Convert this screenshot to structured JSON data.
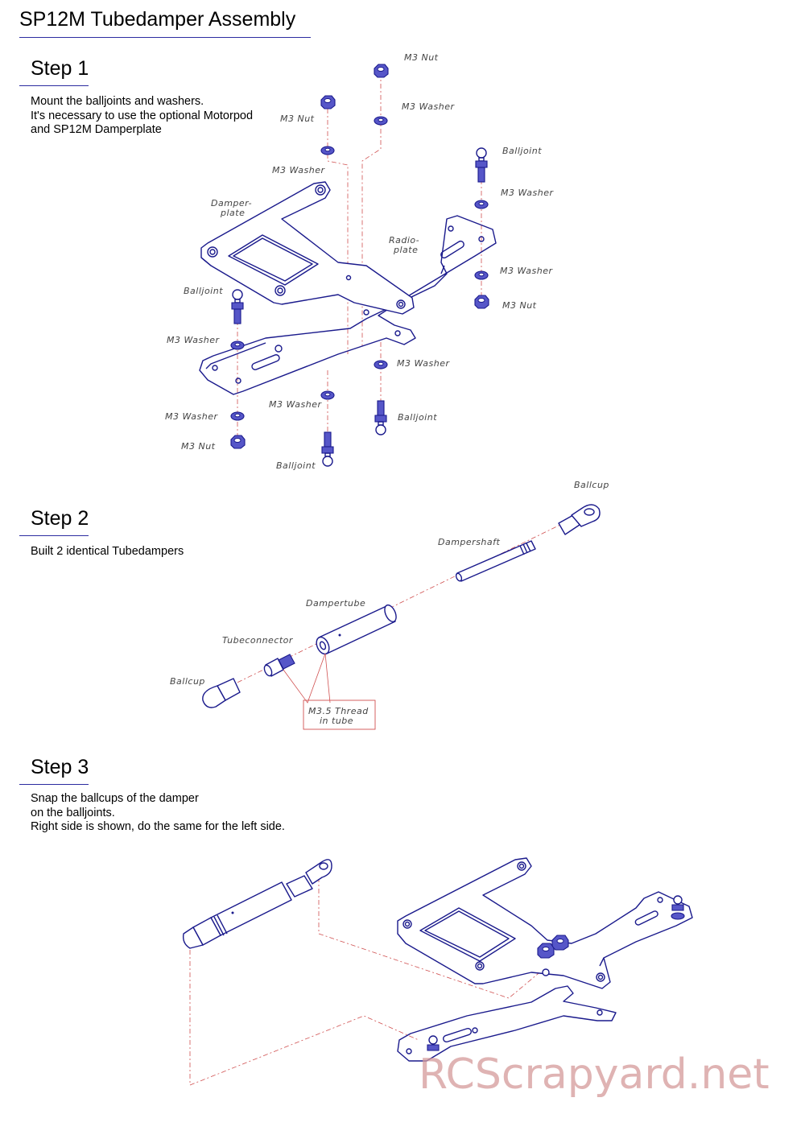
{
  "title": "SP12M Tubedamper Assembly",
  "step1": {
    "heading": "Step 1",
    "lines": [
      "Mount the balljoints and washers.",
      "It's necessary to use the optional Motorpod",
      "and SP12M Damperplate"
    ],
    "labels": {
      "m3_nut_top": "M3  Nut",
      "m3_washer_top": "M3  Washer",
      "m3_nut_left": "M3  Nut",
      "m3_washer_left": "M3  Washer",
      "balljoint_right": "Balljoint",
      "m3_washer_right1": "M3  Washer",
      "damperplate_a": "Damper-",
      "damperplate_b": "plate",
      "radioplate_a": "Radio-",
      "radioplate_b": "plate",
      "m3_washer_right2": "M3  Washer",
      "m3_nut_right": "M3  Nut",
      "balljoint_left": "Balljoint",
      "m3_washer_l1": "M3  Washer",
      "m3_washer_mid": "M3  Washer",
      "m3_washer_c": "M3  Washer",
      "balljoint_mid": "Balljoint",
      "m3_washer_l2": "M3  Washer",
      "m3_nut_bottom": "M3  Nut",
      "balljoint_bottom": "Balljoint"
    }
  },
  "step2": {
    "heading": "Step 2",
    "lines": [
      "Built 2 identical Tubedampers"
    ],
    "labels": {
      "ballcup_top": "Ballcup",
      "dampershaft": "Dampershaft",
      "dampertube": "Dampertube",
      "tubeconnector": "Tubeconnector",
      "ballcup_bottom": "Ballcup",
      "thread_a": "M3.5  Thread",
      "thread_b": "in  tube"
    }
  },
  "step3": {
    "heading": "Step 3",
    "lines": [
      "Snap the ballcups of the damper",
      "on the balljoints.",
      "Right side is shown, do the same for the left side."
    ]
  },
  "watermark": "RCScrapyard.net",
  "colors": {
    "line": "#1a1a8c",
    "hardware": "#5656c8",
    "guide": "#d05050",
    "rule": "#2c2ca0"
  }
}
